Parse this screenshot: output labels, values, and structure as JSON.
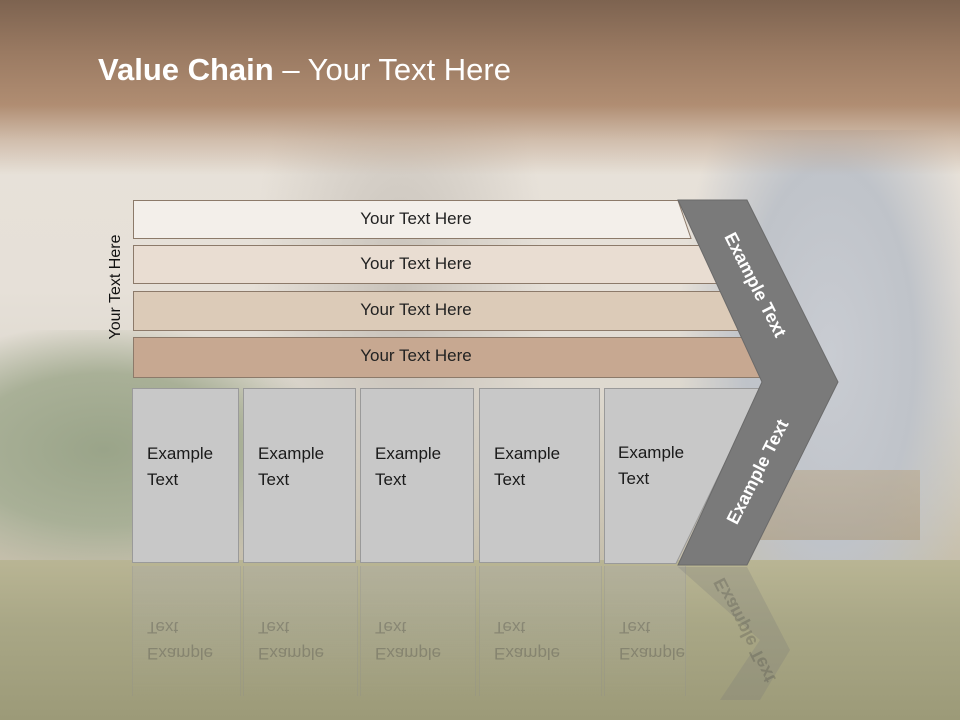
{
  "slide": {
    "title_bold": "Value Chain",
    "title_rest": " – Your Text Here",
    "side_label": "Your Text Here",
    "bars": [
      {
        "label": "Your Text Here",
        "color": "#f3efea"
      },
      {
        "label": "Your Text Here",
        "color": "#e9ddd2"
      },
      {
        "label": "Your Text Here",
        "color": "#dccbb8"
      },
      {
        "label": "Your Text Here",
        "color": "#c7a891"
      }
    ],
    "boxes": [
      {
        "label": "Example\nText"
      },
      {
        "label": "Example\nText"
      },
      {
        "label": "Example\nText"
      },
      {
        "label": "Example\nText"
      },
      {
        "label": "Example\nText"
      }
    ],
    "chevron_top_label": "Example Text",
    "chevron_bottom_label": "Example Text",
    "chevron_color": "#7a7a7a"
  }
}
